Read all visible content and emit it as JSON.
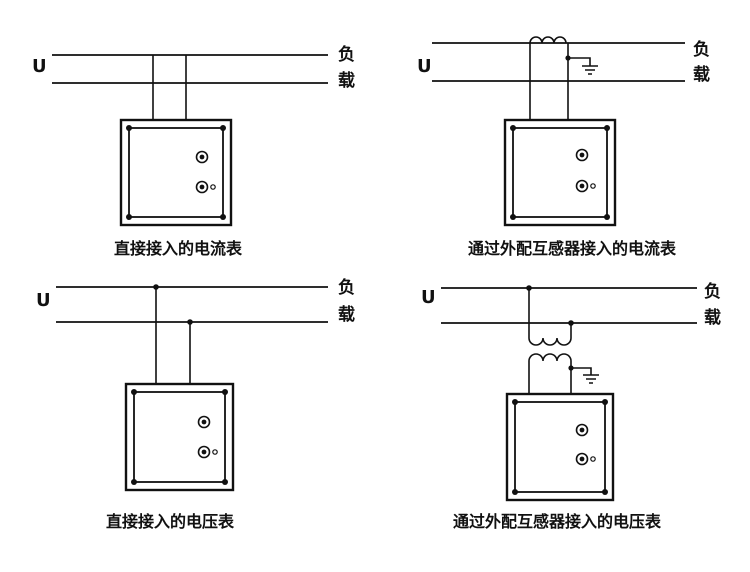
{
  "diagrams": [
    {
      "source_label": "U",
      "load_label_1": "负",
      "load_label_2": "载",
      "caption": "直接接入的电流表",
      "mode": "direct-current"
    },
    {
      "source_label": "U",
      "load_label_1": "负",
      "load_label_2": "载",
      "caption": "通过外配互感器接入的电流表",
      "mode": "transformer-current"
    },
    {
      "source_label": "U",
      "load_label_1": "负",
      "load_label_2": "载",
      "caption": "直接接入的电压表",
      "mode": "direct-voltage"
    },
    {
      "source_label": "U",
      "load_label_1": "负",
      "load_label_2": "载",
      "caption": "通过外配互感器接入的电压表",
      "mode": "transformer-voltage"
    }
  ],
  "colors": {
    "line": "#111111",
    "background": "#ffffff"
  },
  "icons": [
    "meter-icon",
    "terminal-icon",
    "ground-icon",
    "transformer-coil-icon"
  ]
}
